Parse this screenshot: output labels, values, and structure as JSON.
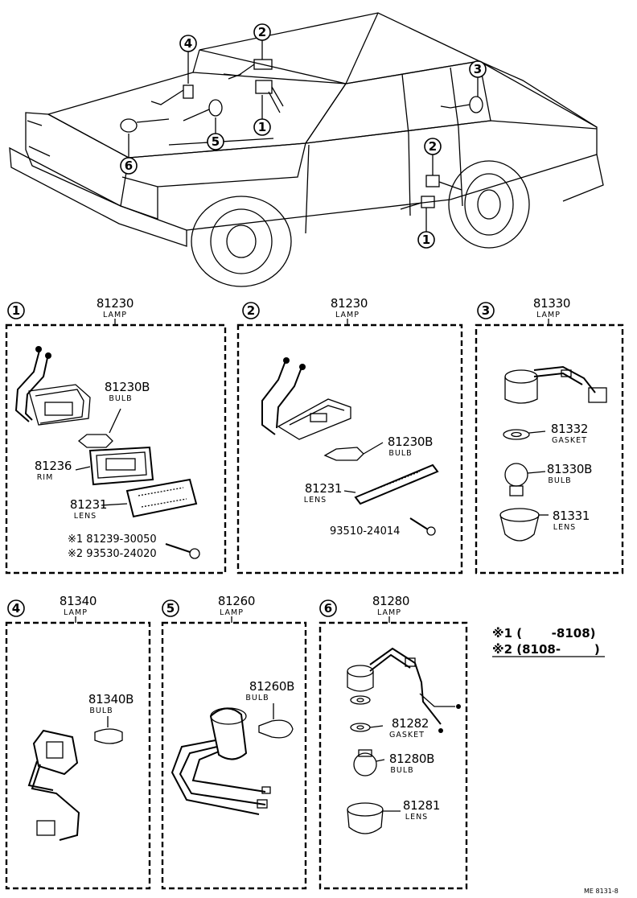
{
  "callouts": {
    "c1": "1",
    "c2": "2",
    "c3": "3",
    "c4": "4",
    "c5": "5",
    "c6": "6"
  },
  "panels": {
    "p1": {
      "num": "1",
      "part": "81230",
      "name": "LAMP",
      "items": [
        {
          "pn": "81230B",
          "nm": "BULB"
        },
        {
          "pn": "81236",
          "nm": "RIM"
        },
        {
          "pn": "81231",
          "nm": "LENS"
        }
      ],
      "screw1": "※1 81239-30050",
      "screw2": "※2 93530-24020"
    },
    "p2": {
      "num": "2",
      "part": "81230",
      "name": "LAMP",
      "items": [
        {
          "pn": "81230B",
          "nm": "BULB"
        },
        {
          "pn": "81231",
          "nm": "LENS"
        }
      ],
      "screw": "93510-24014"
    },
    "p3": {
      "num": "3",
      "part": "81330",
      "name": "LAMP",
      "items": [
        {
          "pn": "81332",
          "nm": "GASKET"
        },
        {
          "pn": "81330B",
          "nm": "BULB"
        },
        {
          "pn": "81331",
          "nm": "LENS"
        }
      ]
    },
    "p4": {
      "num": "4",
      "part": "81340",
      "name": "LAMP",
      "items": [
        {
          "pn": "81340B",
          "nm": "BULB"
        }
      ]
    },
    "p5": {
      "num": "5",
      "part": "81260",
      "name": "LAMP",
      "items": [
        {
          "pn": "81260B",
          "nm": "BULB"
        }
      ]
    },
    "p6": {
      "num": "6",
      "part": "81280",
      "name": "LAMP",
      "items": [
        {
          "pn": "81282",
          "nm": "GASKET"
        },
        {
          "pn": "81280B",
          "nm": "BULB"
        },
        {
          "pn": "81281",
          "nm": "LENS"
        }
      ]
    }
  },
  "legend": {
    "note1": "※1 (       -8108)",
    "note2": "※2 (8108-        )"
  },
  "footer": {
    "code": "ME 8131-8"
  }
}
